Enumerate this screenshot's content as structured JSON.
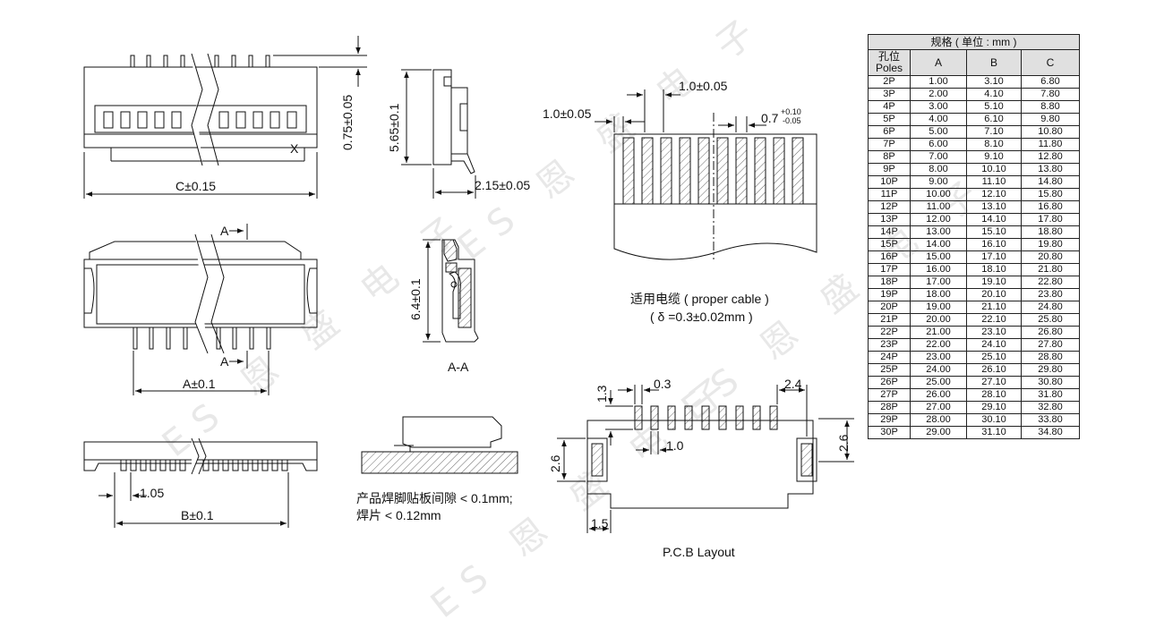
{
  "dimensions": {
    "c": "C±0.15",
    "height_075": "0.75±0.05",
    "x_mark": "X",
    "height_565": "5.65±0.1",
    "width_215": "2.15±0.05",
    "section_a_top": "A",
    "section_a_bottom": "A",
    "a": "A±0.1",
    "height_64": "6.4±0.1",
    "section_label": "A-A",
    "pitch_105": "1.05",
    "b": "B±0.1"
  },
  "cable": {
    "pitch_top": "1.0±0.05",
    "pitch_left": "1.0±0.05",
    "width_main": "0.7",
    "tol_plus": "+0.10",
    "tol_minus": "-0.05",
    "caption_line1": "适用电缆 ( proper cable )",
    "caption_line2": "( δ =0.3±0.02mm )"
  },
  "note": {
    "line1": "产品焊脚贴板间隙 < 0.1mm;",
    "line2": "焊片 < 0.12mm"
  },
  "pcb": {
    "d_13": "1.3",
    "d_03": "0.3",
    "d_24": "2.4",
    "d_26_right": "2.6",
    "d_26_left": "2.6",
    "d_10": "1.0",
    "d_15": "1.5",
    "caption": "P.C.B Layout"
  },
  "watermark": {
    "text": "ES 恩 盛 电 子"
  },
  "table": {
    "title": "规格 ( 单位 : mm )",
    "header_poles_cn": "孔位",
    "header_poles_en": "Poles",
    "columns": [
      "A",
      "B",
      "C"
    ],
    "rows": [
      [
        "2P",
        "1.00",
        "3.10",
        "6.80"
      ],
      [
        "3P",
        "2.00",
        "4.10",
        "7.80"
      ],
      [
        "4P",
        "3.00",
        "5.10",
        "8.80"
      ],
      [
        "5P",
        "4.00",
        "6.10",
        "9.80"
      ],
      [
        "6P",
        "5.00",
        "7.10",
        "10.80"
      ],
      [
        "7P",
        "6.00",
        "8.10",
        "11.80"
      ],
      [
        "8P",
        "7.00",
        "9.10",
        "12.80"
      ],
      [
        "9P",
        "8.00",
        "10.10",
        "13.80"
      ],
      [
        "10P",
        "9.00",
        "11.10",
        "14.80"
      ],
      [
        "11P",
        "10.00",
        "12.10",
        "15.80"
      ],
      [
        "12P",
        "11.00",
        "13.10",
        "16.80"
      ],
      [
        "13P",
        "12.00",
        "14.10",
        "17.80"
      ],
      [
        "14P",
        "13.00",
        "15.10",
        "18.80"
      ],
      [
        "15P",
        "14.00",
        "16.10",
        "19.80"
      ],
      [
        "16P",
        "15.00",
        "17.10",
        "20.80"
      ],
      [
        "17P",
        "16.00",
        "18.10",
        "21.80"
      ],
      [
        "18P",
        "17.00",
        "19.10",
        "22.80"
      ],
      [
        "19P",
        "18.00",
        "20.10",
        "23.80"
      ],
      [
        "20P",
        "19.00",
        "21.10",
        "24.80"
      ],
      [
        "21P",
        "20.00",
        "22.10",
        "25.80"
      ],
      [
        "22P",
        "21.00",
        "23.10",
        "26.80"
      ],
      [
        "23P",
        "22.00",
        "24.10",
        "27.80"
      ],
      [
        "24P",
        "23.00",
        "25.10",
        "28.80"
      ],
      [
        "25P",
        "24.00",
        "26.10",
        "29.80"
      ],
      [
        "26P",
        "25.00",
        "27.10",
        "30.80"
      ],
      [
        "27P",
        "26.00",
        "28.10",
        "31.80"
      ],
      [
        "28P",
        "27.00",
        "29.10",
        "32.80"
      ],
      [
        "29P",
        "28.00",
        "30.10",
        "33.80"
      ],
      [
        "30P",
        "29.00",
        "31.10",
        "34.80"
      ]
    ]
  }
}
